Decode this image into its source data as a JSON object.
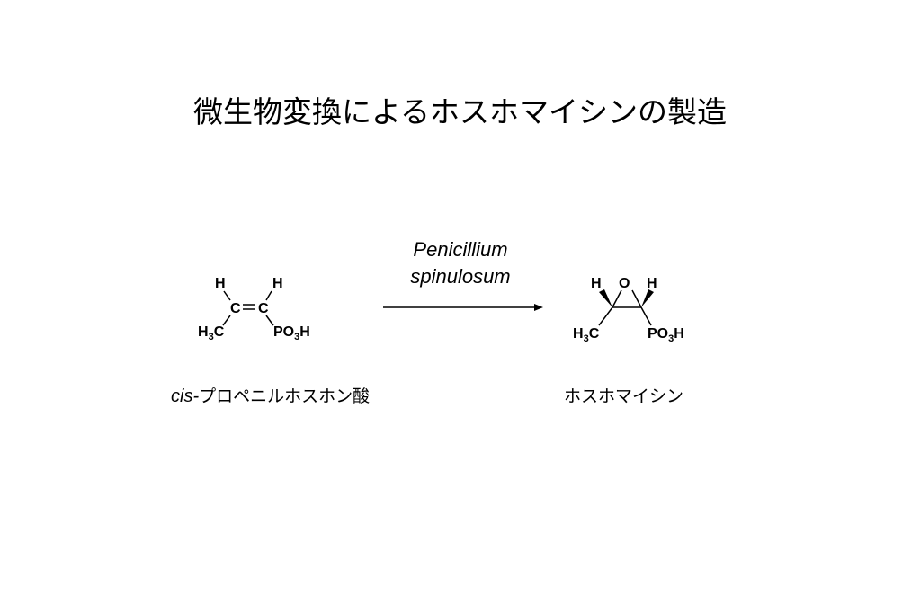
{
  "title": "微生物変換によるホスホマイシンの製造",
  "reagent": {
    "line1": "Penicillium",
    "line2": "spinulosum"
  },
  "reactant": {
    "name_prefix": "cis-",
    "name_rest": "プロペニルホスホン酸",
    "atoms": {
      "h_left": "H",
      "h_right": "H",
      "c_left": "C",
      "c_right": "C",
      "methyl": "H3C",
      "phosphono": "PO3H"
    }
  },
  "product": {
    "name": "ホスホマイシン",
    "atoms": {
      "h_left": "H",
      "o": "O",
      "h_right": "H",
      "methyl": "H3C",
      "phosphono": "PO3H"
    }
  }
}
